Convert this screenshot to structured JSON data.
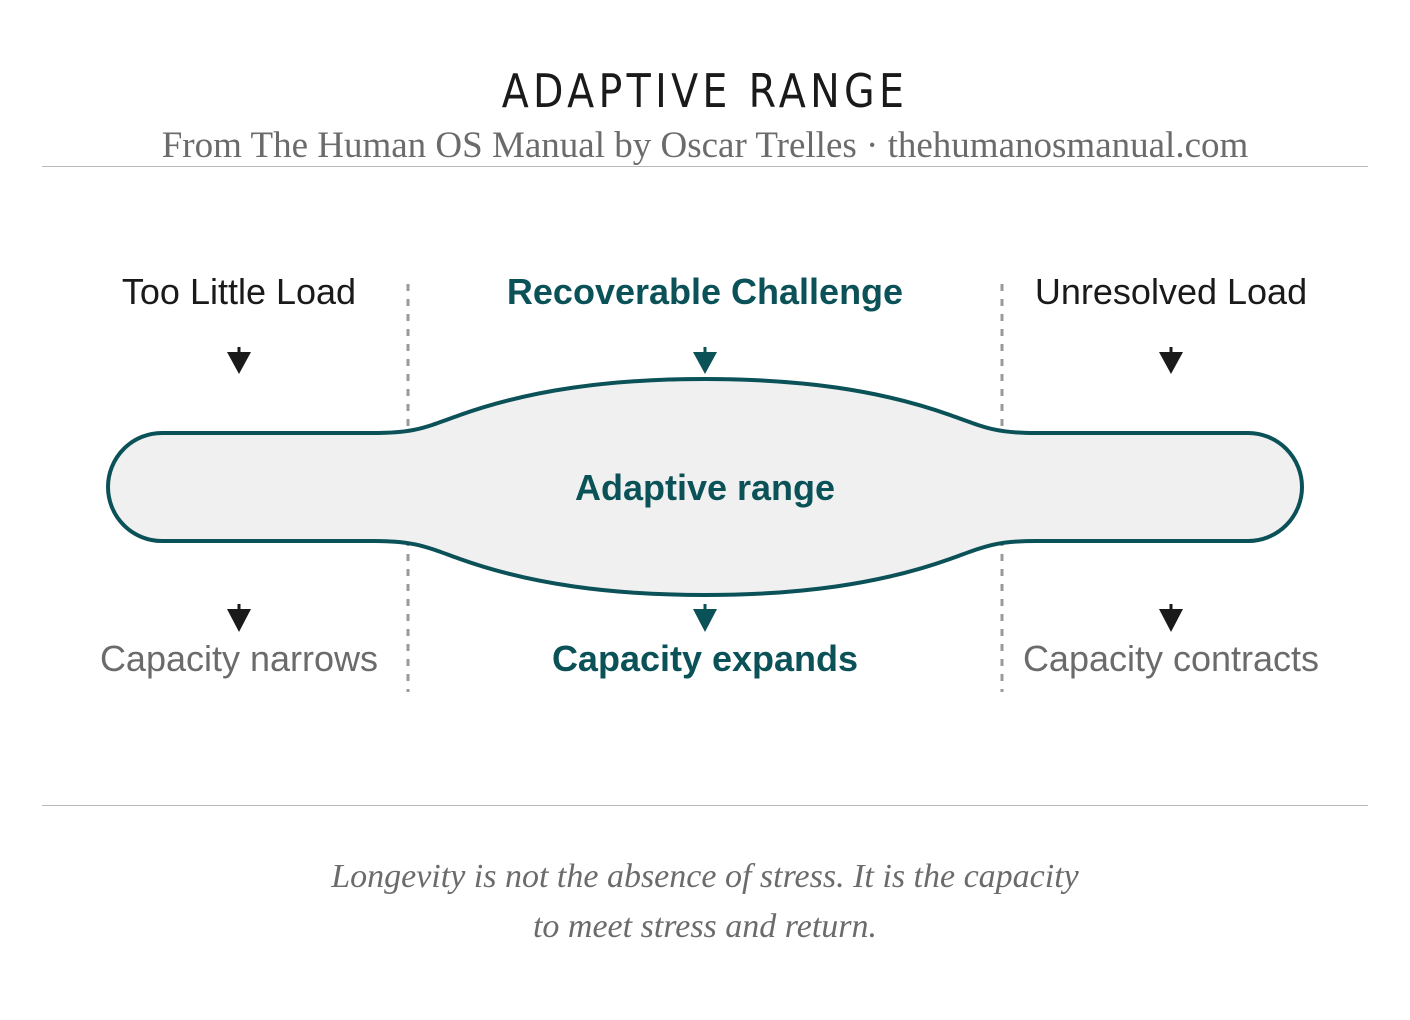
{
  "header": {
    "title": "ADAPTIVE RANGE",
    "subtitle": "From The Human OS Manual by Oscar Trelles · thehumanosmanual.com"
  },
  "columns": [
    {
      "heading": "Too Little Load",
      "outcome": "Capacity narrows"
    },
    {
      "heading": "Recoverable Challenge",
      "outcome": "Capacity expands"
    },
    {
      "heading": "Unresolved Load",
      "outcome": "Capacity contracts"
    }
  ],
  "shape_label": "Adaptive range",
  "quote": {
    "line1": "Longevity is not the absence of stress. It is the capacity",
    "line2": "to meet stress and return."
  },
  "colors": {
    "accent": "#0b5158",
    "dark_text": "#1a1a1a",
    "muted_text": "#6b6b6b",
    "shape_fill": "#f0f0f0",
    "divider": "#9a9a9a"
  }
}
